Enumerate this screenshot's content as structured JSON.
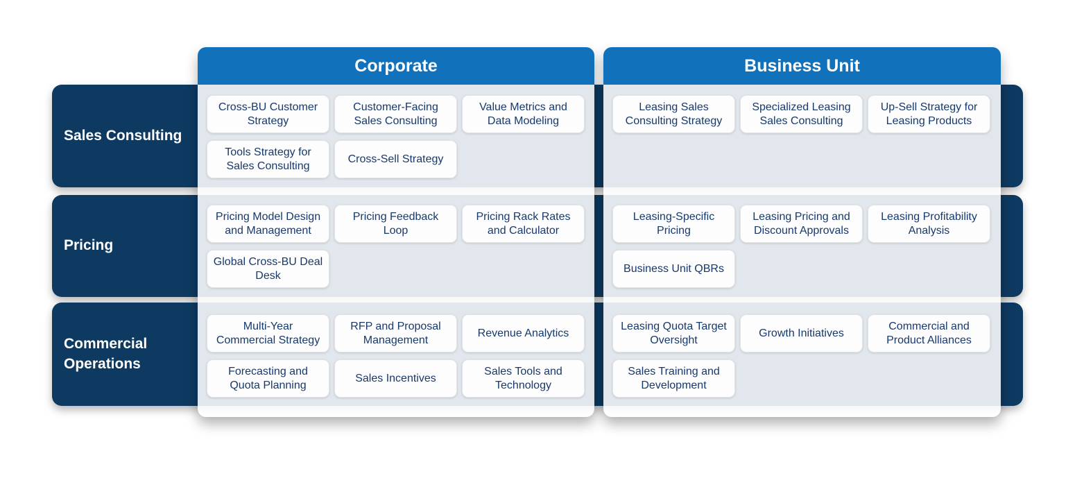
{
  "columns": {
    "corporate": {
      "label": "Corporate"
    },
    "business_unit": {
      "label": "Business Unit"
    }
  },
  "rows": [
    {
      "label": "Sales Consulting",
      "corporate": [
        "Cross-BU Customer Strategy",
        "Customer-Facing Sales Consulting",
        "Value Metrics and Data Modeling",
        "Tools Strategy for Sales Consulting",
        "Cross-Sell Strategy"
      ],
      "business_unit": [
        "Leasing Sales Consulting Strategy",
        "Specialized Leasing Sales Consulting",
        "Up-Sell Strategy for Leasing Products"
      ]
    },
    {
      "label": "Pricing",
      "corporate": [
        "Pricing Model Design and Management",
        "Pricing Feedback Loop",
        "Pricing Rack Rates and Calculator",
        "Global Cross-BU Deal Desk"
      ],
      "business_unit": [
        "Leasing-Specific Pricing",
        "Leasing Pricing and Discount Approvals",
        "Leasing Profitability Analysis",
        "Business Unit QBRs"
      ]
    },
    {
      "label": "Commercial Operations",
      "corporate": [
        "Multi-Year Commercial Strategy",
        "RFP and Proposal Management",
        "Revenue Analytics",
        "Forecasting and Quota Planning",
        "Sales Incentives",
        "Sales Tools and Technology"
      ],
      "business_unit": [
        "Leasing Quota Target Oversight",
        "Growth Initiatives",
        "Commercial and Product Alliances",
        "Sales Training and Development"
      ]
    }
  ],
  "colors": {
    "header_blue": "#1171ba",
    "navy": "#0e3a61",
    "card_text": "#17396b"
  }
}
